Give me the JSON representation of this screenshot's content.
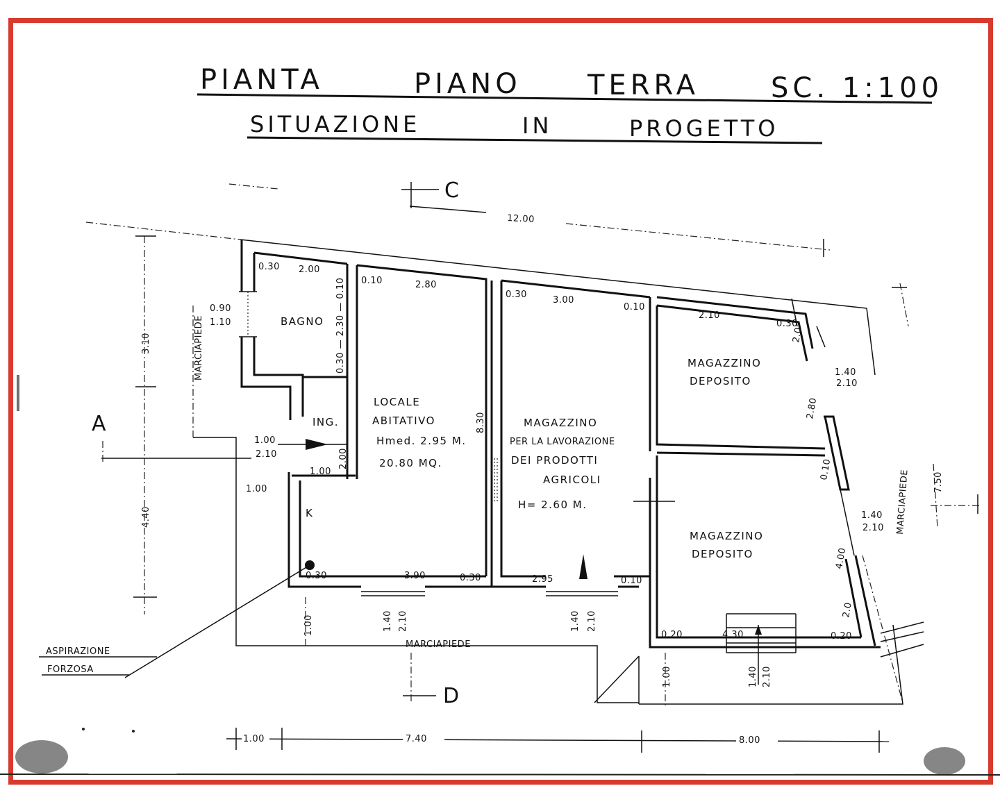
{
  "header": {
    "title_words": [
      "PIANTA",
      "PIANO",
      "TERRA",
      "SC. 1:100"
    ],
    "subtitle_words": [
      "SITUAZIONE",
      "IN",
      "PROGETTO"
    ]
  },
  "frame": {
    "border_color": "#d83a2e"
  },
  "section_markers": {
    "a": "A",
    "c": "C",
    "d": "D"
  },
  "rooms": {
    "bagno": {
      "name": "BAGNO"
    },
    "ingresso": {
      "name": "ING."
    },
    "locale": {
      "name_line1": "LOCALE",
      "name_line2": "ABITATIVO",
      "height": "Hmed. 2.95 M.",
      "area": "20.80 MQ."
    },
    "magazzino_lav": {
      "line1": "MAGAZZINO",
      "line2": "PER LA LAVORAZIONE",
      "line3": "DEI PRODOTTI",
      "line4": "AGRICOLI",
      "height": "H= 2.60 M."
    },
    "deposito_1": {
      "line1": "MAGAZZINO",
      "line2": "DEPOSITO"
    },
    "deposito_2": {
      "line1": "MAGAZZINO",
      "line2": "DEPOSITO"
    }
  },
  "labels": {
    "marciapiede_left": "MARCIAPIEDE",
    "marciapiede_bottom": "MARCIAPIEDE",
    "marciapiede_right": "MARCIAPIEDE",
    "aspirazione_line1": "ASPIRAZIONE",
    "aspirazione_line2": "FORZOSA",
    "k_mark": "K"
  },
  "dimensions": {
    "overall_top": "12.00",
    "left_upper": "3.10",
    "left_lower": "4.40",
    "right_side": "7.50",
    "bottom_1": "1.00",
    "bottom_2": "7.40",
    "bottom_3": "8.00",
    "bagno_top_a": "0.30",
    "bagno_top_b": "2.00",
    "bagno_side": "0.30 — 2.30 — 0.10",
    "bagno_window_a": "0.90",
    "bagno_window_b": "1.10",
    "locale_top_a": "0.10",
    "locale_top_b": "2.80",
    "locale_side": "8.30",
    "entrance_a": "1.00",
    "entrance_b": "2.10",
    "ing_side": "2.00",
    "ing_bottom": "1.00",
    "left_offset": "1.00",
    "locale_bottom_a": "0.30",
    "locale_bottom_b": "3.90",
    "locale_bottom_c": "0.30",
    "mag_top_a": "0.30",
    "mag_top_b": "3.00",
    "mag_top_c": "0.10",
    "mag_bottom_a": "2.95",
    "mag_bottom_b": "0.10",
    "dep1_top_a": "2.10",
    "dep1_top_b": "0.30",
    "dep1_side_a": "2.0",
    "dep1_side_b": "2.80",
    "dep1_door_a": "1.40",
    "dep1_door_b": "2.10",
    "dep2_side_a": "0.10",
    "dep2_door_a": "1.40",
    "dep2_door_b": "2.10",
    "dep2_side_b": "4.00",
    "dep2_side_c": "2.0",
    "dep2_bottom_a": "0.20",
    "dep2_bottom_b": "4.30",
    "dep2_bottom_c": "0.20",
    "win1_a": "1.40",
    "win1_b": "2.10",
    "win2_a": "1.40",
    "win2_b": "2.10",
    "door3_a": "1.40",
    "door3_b": "2.10",
    "sidewalk_left": "1.00",
    "sidewalk_right": "1.00"
  }
}
